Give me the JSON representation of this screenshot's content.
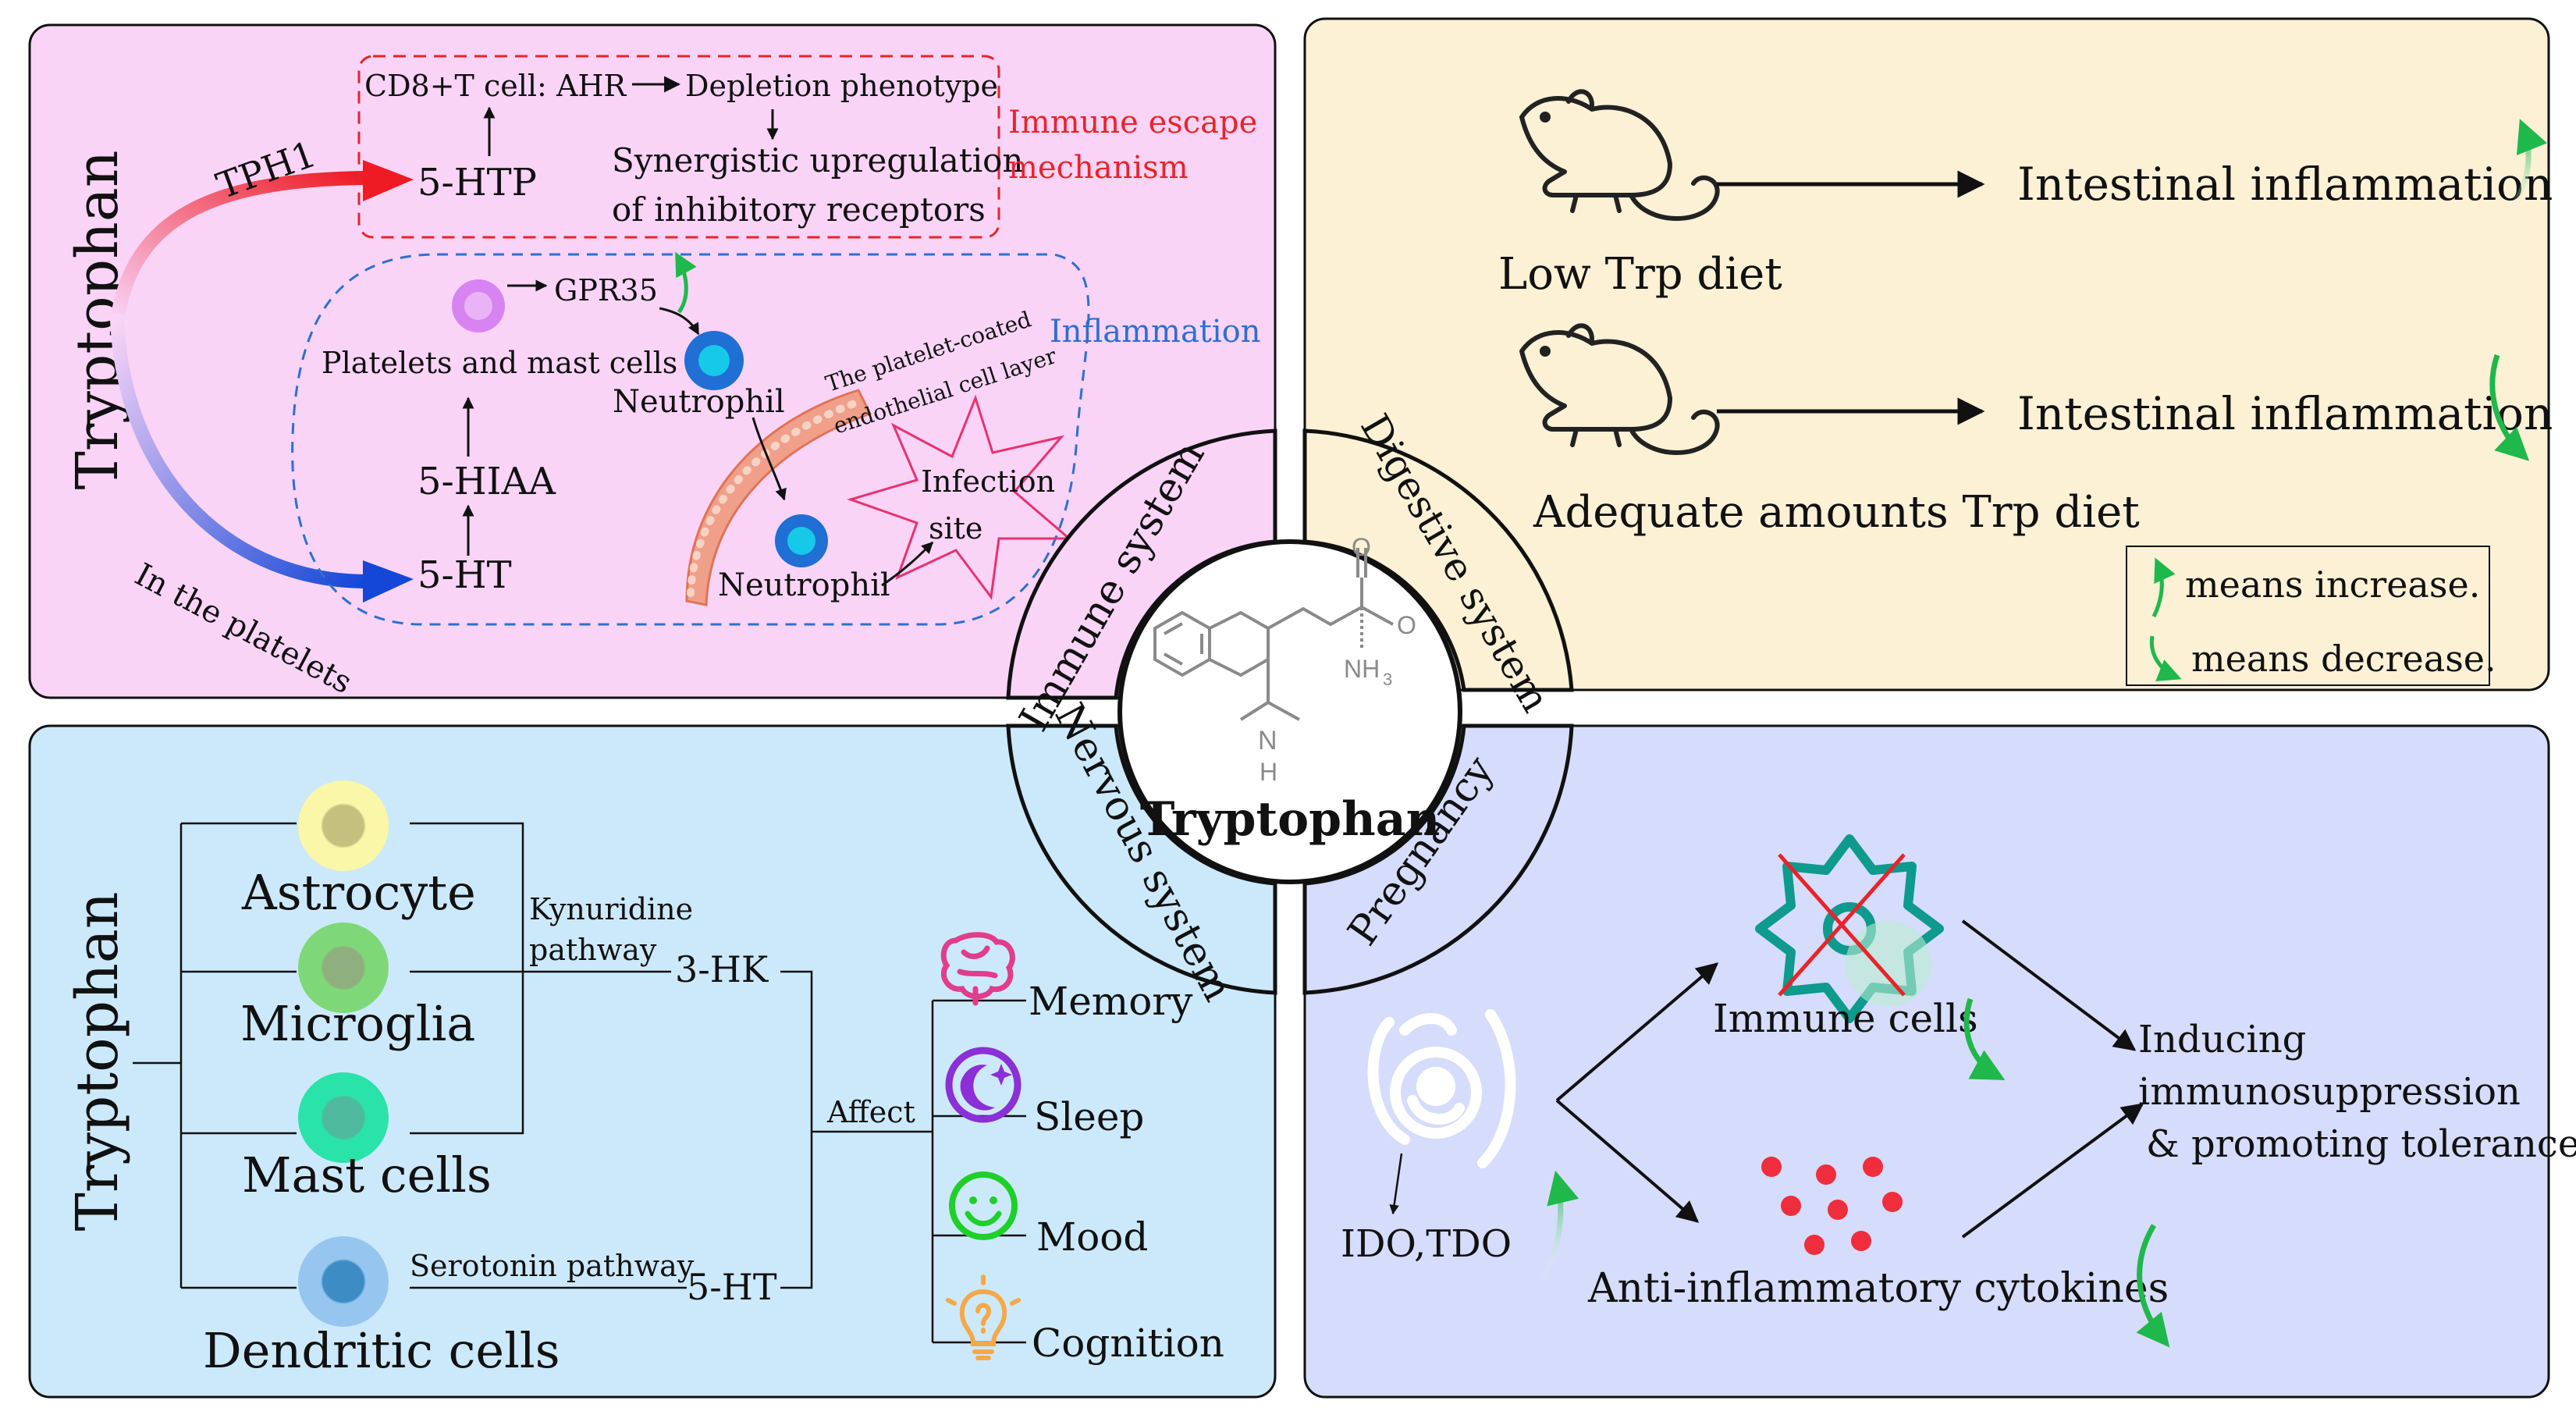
{
  "immune": {
    "left_title": "Tryptophan",
    "tph1": "TPH1",
    "in_platelets": "In the platelets",
    "cd8_ahr": "CD8+T cell: AHR",
    "depletion": "Depletion phenotype",
    "htp": "5-HTP",
    "synergy_1": "Synergistic upregulation",
    "synergy_2": "of inhibitory receptors",
    "escape_1": "Immune escape",
    "escape_2": "mechanism",
    "gpr35": "GPR35",
    "platelets_mast": "Platelets and mast cells",
    "neutrophil_1": "Neutrophil",
    "inflammation": "Inflammation",
    "coated_1": "The platelet-coated",
    "coated_2": "endothelial cell layer",
    "hiaa": "5-HIAA",
    "ht": "5-HT",
    "infection_1": "Infection",
    "infection_2": "site",
    "neutrophil_2": "Neutrophil"
  },
  "digestive": {
    "low_diet": "Low Trp diet",
    "adequate_diet": "Adequate amounts Trp diet",
    "inflammation_1": "Intestinal inflammation",
    "inflammation_2": "Intestinal inflammation",
    "legend_increase": "means increase.",
    "legend_decrease": "means decrease."
  },
  "center": {
    "title": "Tryptophan",
    "nh": "N",
    "h": "H",
    "nh3": "NH",
    "nh3_sub": "3",
    "o_minus": "O",
    "o_top": "O"
  },
  "quadrants": {
    "immune": "Immune system",
    "digestive": "Digestive system",
    "nervous": "Nervous system",
    "pregnancy": "Pregnancy"
  },
  "nervous": {
    "left_title": "Tryptophan",
    "astrocyte": "Astrocyte",
    "microglia": "Microglia",
    "mast_cells": "Mast cells",
    "dendritic": "Dendritic cells",
    "kyn_1": "Kynuridine",
    "kyn_2": "pathway",
    "hk": "3-HK",
    "serotonin": "Serotonin pathway",
    "ht": "5-HT",
    "affect": "Affect",
    "memory": "Memory",
    "sleep": "Sleep",
    "mood": "Mood",
    "cognition": "Cognition"
  },
  "pregnancy": {
    "ido_tdo": "IDO,TDO",
    "immune_cells": "Immune cells",
    "cytokines": "Anti-inflammatory cytokines",
    "outcome_1": "Inducing",
    "outcome_2": "immunosuppression",
    "outcome_3": "& promoting tolerance"
  },
  "colors": {
    "immune_bg": "#f9d4f7",
    "digestive_bg": "#fcf0d5",
    "nervous_bg": "#cce9fb",
    "pregnancy_bg": "#d6dcfb",
    "escape_red": "#e8242a",
    "inflammation_blue": "#2f6fd0",
    "increase_green": "#1fb84a",
    "molecule_gray": "#8a8a8a"
  },
  "icons": [
    "rat-icon",
    "brain-icon",
    "moon-icon",
    "smiley-icon",
    "lightbulb-icon",
    "fetus-icon",
    "immune-cell-icon",
    "cytokine-dots-icon",
    "up-arrow-icon",
    "down-arrow-icon"
  ]
}
